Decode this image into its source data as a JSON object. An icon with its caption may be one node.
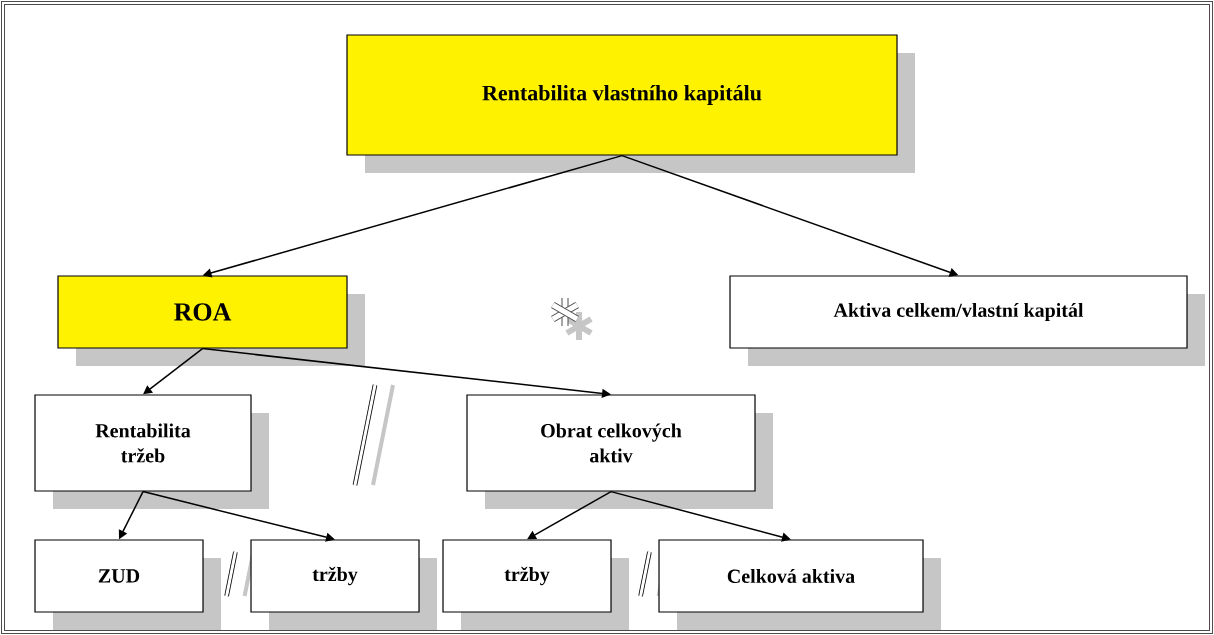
{
  "diagram": {
    "nodes": [
      {
        "text": [
          "Rentabilita vlastního kapitálu"
        ]
      },
      {
        "text": [
          "ROA"
        ]
      },
      {
        "text": [
          "Aktiva celkem/vlastní kapitál"
        ]
      },
      {
        "text": [
          "Rentabilita tržeb"
        ]
      },
      {
        "text": [
          "Obrat celkových aktiv"
        ]
      },
      {
        "text": [
          "ZUD"
        ]
      },
      {
        "text": [
          "tržby"
        ]
      },
      {
        "text": [
          "tržby"
        ]
      },
      {
        "text": [
          "Celková aktiva"
        ]
      }
    ],
    "edges": [
      {
        "from": 0,
        "to": 1,
        "arrow": "to"
      },
      {
        "from": 0,
        "to": 2,
        "arrow": "to"
      },
      {
        "from": 1,
        "to": 3,
        "arrow": "to"
      },
      {
        "from": 1,
        "to": 4,
        "arrow": "to"
      },
      {
        "from": 3,
        "to": 5,
        "arrow": "to"
      },
      {
        "from": 3,
        "to": 6,
        "arrow": "to"
      },
      {
        "from": 4,
        "to": 7,
        "arrow": "to"
      },
      {
        "from": 4,
        "to": 8,
        "arrow": "to"
      }
    ]
  }
}
